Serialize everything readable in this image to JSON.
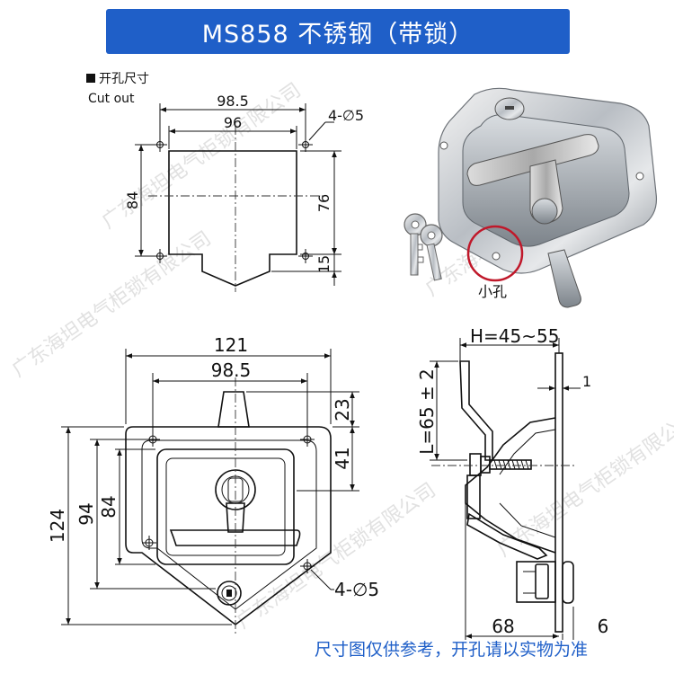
{
  "title": "MS858 不锈钢（带锁）",
  "footer_note": "尺寸图仅供参考，开孔请以实物为准",
  "watermark": "广东海坦电气柜锁有限公司",
  "cutout": {
    "heading_cn": "开孔尺寸",
    "heading_en": "Cut out",
    "width_outer": "98.5",
    "width_inner": "96",
    "holes": "4-∅5",
    "height_left": "84",
    "height_right": "76",
    "tab_height": "15"
  },
  "front_view": {
    "width_overall": "121",
    "width_holes": "98.5",
    "handle_top": "23",
    "upper_depth": "41",
    "height_overall": "124",
    "height_94": "94",
    "height_84": "84",
    "holes": "4-∅5"
  },
  "side_view": {
    "h_range": "H=45~55",
    "l_value": "L=65 ± 2",
    "thickness": "1",
    "depth": "68",
    "flange": "6"
  },
  "photo": {
    "callout_label": "小孔"
  },
  "colors": {
    "title_bg": "#1f5fc8",
    "title_text": "#ffffff",
    "footer_text": "#1f5fc8",
    "callout_ring": "#c0182a"
  }
}
